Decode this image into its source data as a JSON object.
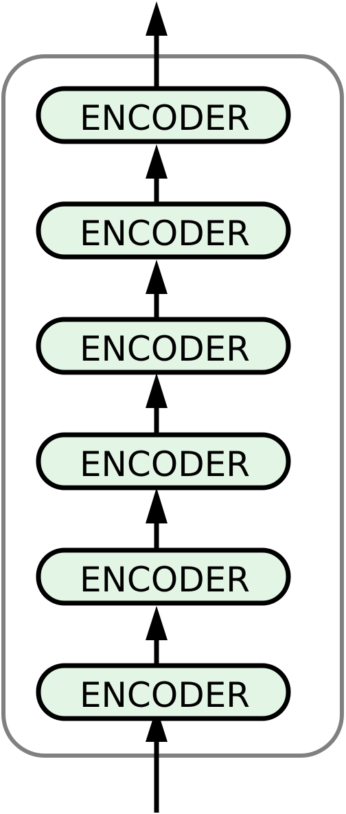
{
  "colors": {
    "container_stroke": "#808080",
    "block_fill": "#e3f5e4",
    "block_stroke": "#000000",
    "arrow": "#000000"
  },
  "encoders": [
    {
      "label": "ENCODER"
    },
    {
      "label": "ENCODER"
    },
    {
      "label": "ENCODER"
    },
    {
      "label": "ENCODER"
    },
    {
      "label": "ENCODER"
    },
    {
      "label": "ENCODER"
    }
  ]
}
